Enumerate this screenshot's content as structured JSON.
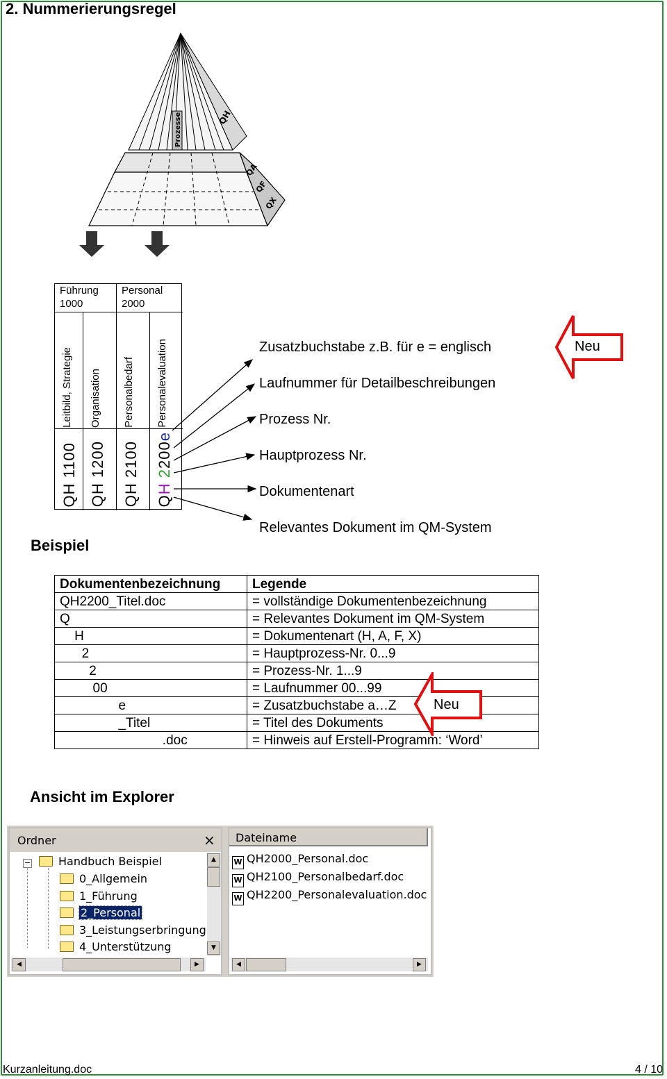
{
  "heading": "2. Nummerierungsregel",
  "pyramid": {
    "label_processes": "Prozesse",
    "label_qh": "QH",
    "label_qa": "QA",
    "label_qf": "QF",
    "label_qx": "QX"
  },
  "scheme": {
    "group1_name": "Führung",
    "group1_num": "1000",
    "group2_name": "Personal",
    "group2_num": "2000",
    "columns": [
      {
        "title": "Leitbild, Strategie",
        "code_prefix": "QH",
        "code_num": "1100"
      },
      {
        "title": "Organisation",
        "code_prefix": "QH",
        "code_num": "1200"
      },
      {
        "title": "Personalbedarf",
        "code_prefix": "QH",
        "code_num": "2100"
      },
      {
        "title": "Personalevaluation",
        "code_q": "Q",
        "code_h": "H",
        "code_main": "2",
        "code_proc": "2",
        "code_run": "00",
        "code_suffix": "e"
      }
    ],
    "annotations": [
      "Zusatzbuchstabe z.B. für e = englisch",
      "Laufnummer für Detailbeschreibungen",
      "Prozess Nr.",
      "Hauptprozess Nr.",
      "Dokumentenart",
      "Relevantes Dokument im QM-System"
    ],
    "neu_label": "Neu"
  },
  "example": {
    "heading": "Beispiel",
    "header": [
      "Dokumentenbezeichnung",
      "Legende"
    ],
    "rows": [
      [
        "QH2200_Titel.doc",
        "= vollständige Dokumentenbezeichnung"
      ],
      [
        "Q",
        "= Relevantes Dokument im QM-System"
      ],
      [
        "    H",
        "= Dokumentenart (H, A, F, X)"
      ],
      [
        "      2",
        "= Hauptprozess-Nr. 0...9"
      ],
      [
        "        2",
        "= Prozess-Nr. 1...9"
      ],
      [
        "         00",
        "= Laufnummer 00...99"
      ],
      [
        "                e",
        "= Zusatzbuchstabe a…Z"
      ],
      [
        "                _Titel",
        "= Titel des Dokuments"
      ],
      [
        "                            .doc",
        "= Hinweis auf Erstell-Programm: ‘Word’"
      ]
    ],
    "neu_label": "Neu"
  },
  "explorer": {
    "heading": "Ansicht im Explorer",
    "folders_header": "Ordner",
    "close_glyph": "×",
    "root": "Handbuch Beispiel",
    "expand_glyph": "−",
    "children": [
      "0_Allgemein",
      "1_Führung",
      "2_Personal",
      "3_Leistungserbringung",
      "4_Unterstützung"
    ],
    "selected_index": 2,
    "files_header": "Dateiname",
    "files": [
      "QH2000_Personal.doc",
      "QH2100_Personalbedarf.doc",
      "QH2200_Personalevaluation.doc"
    ],
    "word_icon_letter": "W"
  },
  "footer": {
    "filename": "Kurzanleitung.doc",
    "page": "4 / 10"
  },
  "colors": {
    "frame": "#2e8b3a",
    "neu_arrow": "#e01010",
    "code_green": "#2aa02a",
    "code_purple": "#9b1fb0",
    "code_blue": "#1a2a9a",
    "selection": "#0a246a"
  }
}
